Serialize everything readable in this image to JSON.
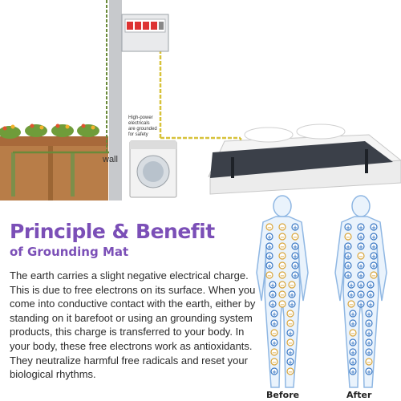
{
  "scene": {
    "wall_label": "wall",
    "panel_note": [
      "High-power",
      "electricals",
      "are grounded",
      "for safety"
    ]
  },
  "heading": {
    "title": "Principle & Benefit",
    "subtitle": "of Grounding Mat"
  },
  "body_text": "The earth carries a slight negative electrical charge. This is due to free electrons on its surface. When you come into conductive contact with the earth, either by standing on it barefoot or using an grounding system products, this charge is transferred to your body. In your body, these free electrons work as antioxidants. They neutralize harmful free radicals and reset your biological rhythms.",
  "figures": {
    "before_label": "Before",
    "after_label": "After",
    "plus_symbol": "+",
    "minus_symbol": "−",
    "plus_color": "#3a78c4",
    "minus_color": "#d9a53a"
  },
  "colors": {
    "title": "#7b4fb7",
    "wire_green": "#6a8a3a",
    "wire_yellow": "#d7c23a",
    "mat": "#3b4049",
    "soil": "#b77b45",
    "figure_outline": "#8fb7e3",
    "figure_fill": "#eaf3fc"
  }
}
